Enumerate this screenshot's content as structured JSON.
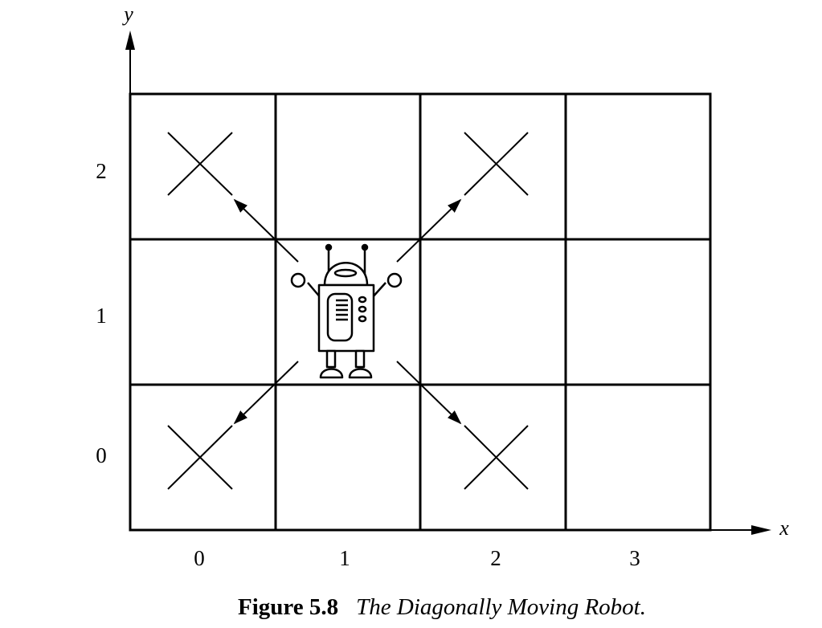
{
  "axes": {
    "x_label": "x",
    "y_label": "y",
    "x_ticks": [
      "0",
      "1",
      "2",
      "3"
    ],
    "y_ticks": [
      "0",
      "1",
      "2"
    ]
  },
  "grid": {
    "columns": 4,
    "rows": 3
  },
  "robot": {
    "cell": [
      1,
      1
    ]
  },
  "targets": [
    {
      "cell": [
        0,
        2
      ],
      "direction": "up-left"
    },
    {
      "cell": [
        2,
        2
      ],
      "direction": "up-right"
    },
    {
      "cell": [
        0,
        0
      ],
      "direction": "down-left"
    },
    {
      "cell": [
        2,
        0
      ],
      "direction": "down-right"
    }
  ],
  "caption": {
    "label": "Figure 5.8",
    "title": "The Diagonally Moving Robot."
  }
}
